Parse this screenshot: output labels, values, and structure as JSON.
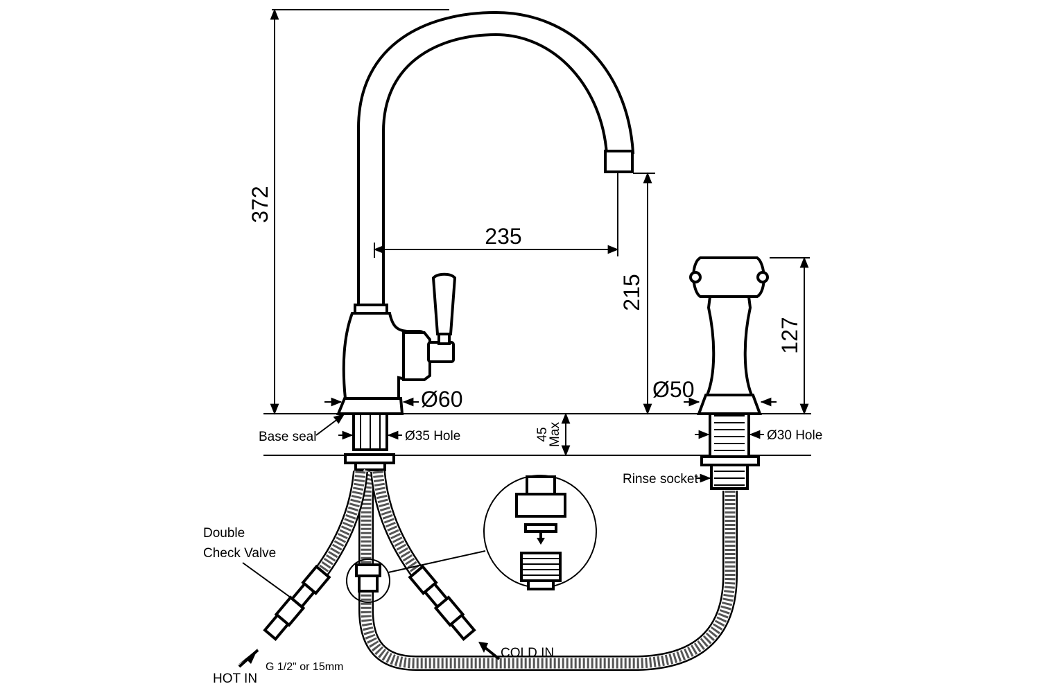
{
  "dimensions": {
    "height_total": "372",
    "reach": "235",
    "spout_height": "215",
    "rinse_height": "127",
    "base_dia": "Ø60",
    "rinse_base_dia": "Ø50",
    "max_thickness_value": "45",
    "max_thickness_unit": "Max"
  },
  "labels": {
    "base_seal": "Base seal",
    "hole_35": "Ø35 Hole",
    "hole_30": "Ø30 Hole",
    "rinse_socket": "Rinse socket",
    "double_check_line1": "Double",
    "double_check_line2": "Check Valve",
    "hot_in": "HOT IN",
    "cold_in": "COLD IN",
    "connection": "G 1/2\" or 15mm"
  }
}
